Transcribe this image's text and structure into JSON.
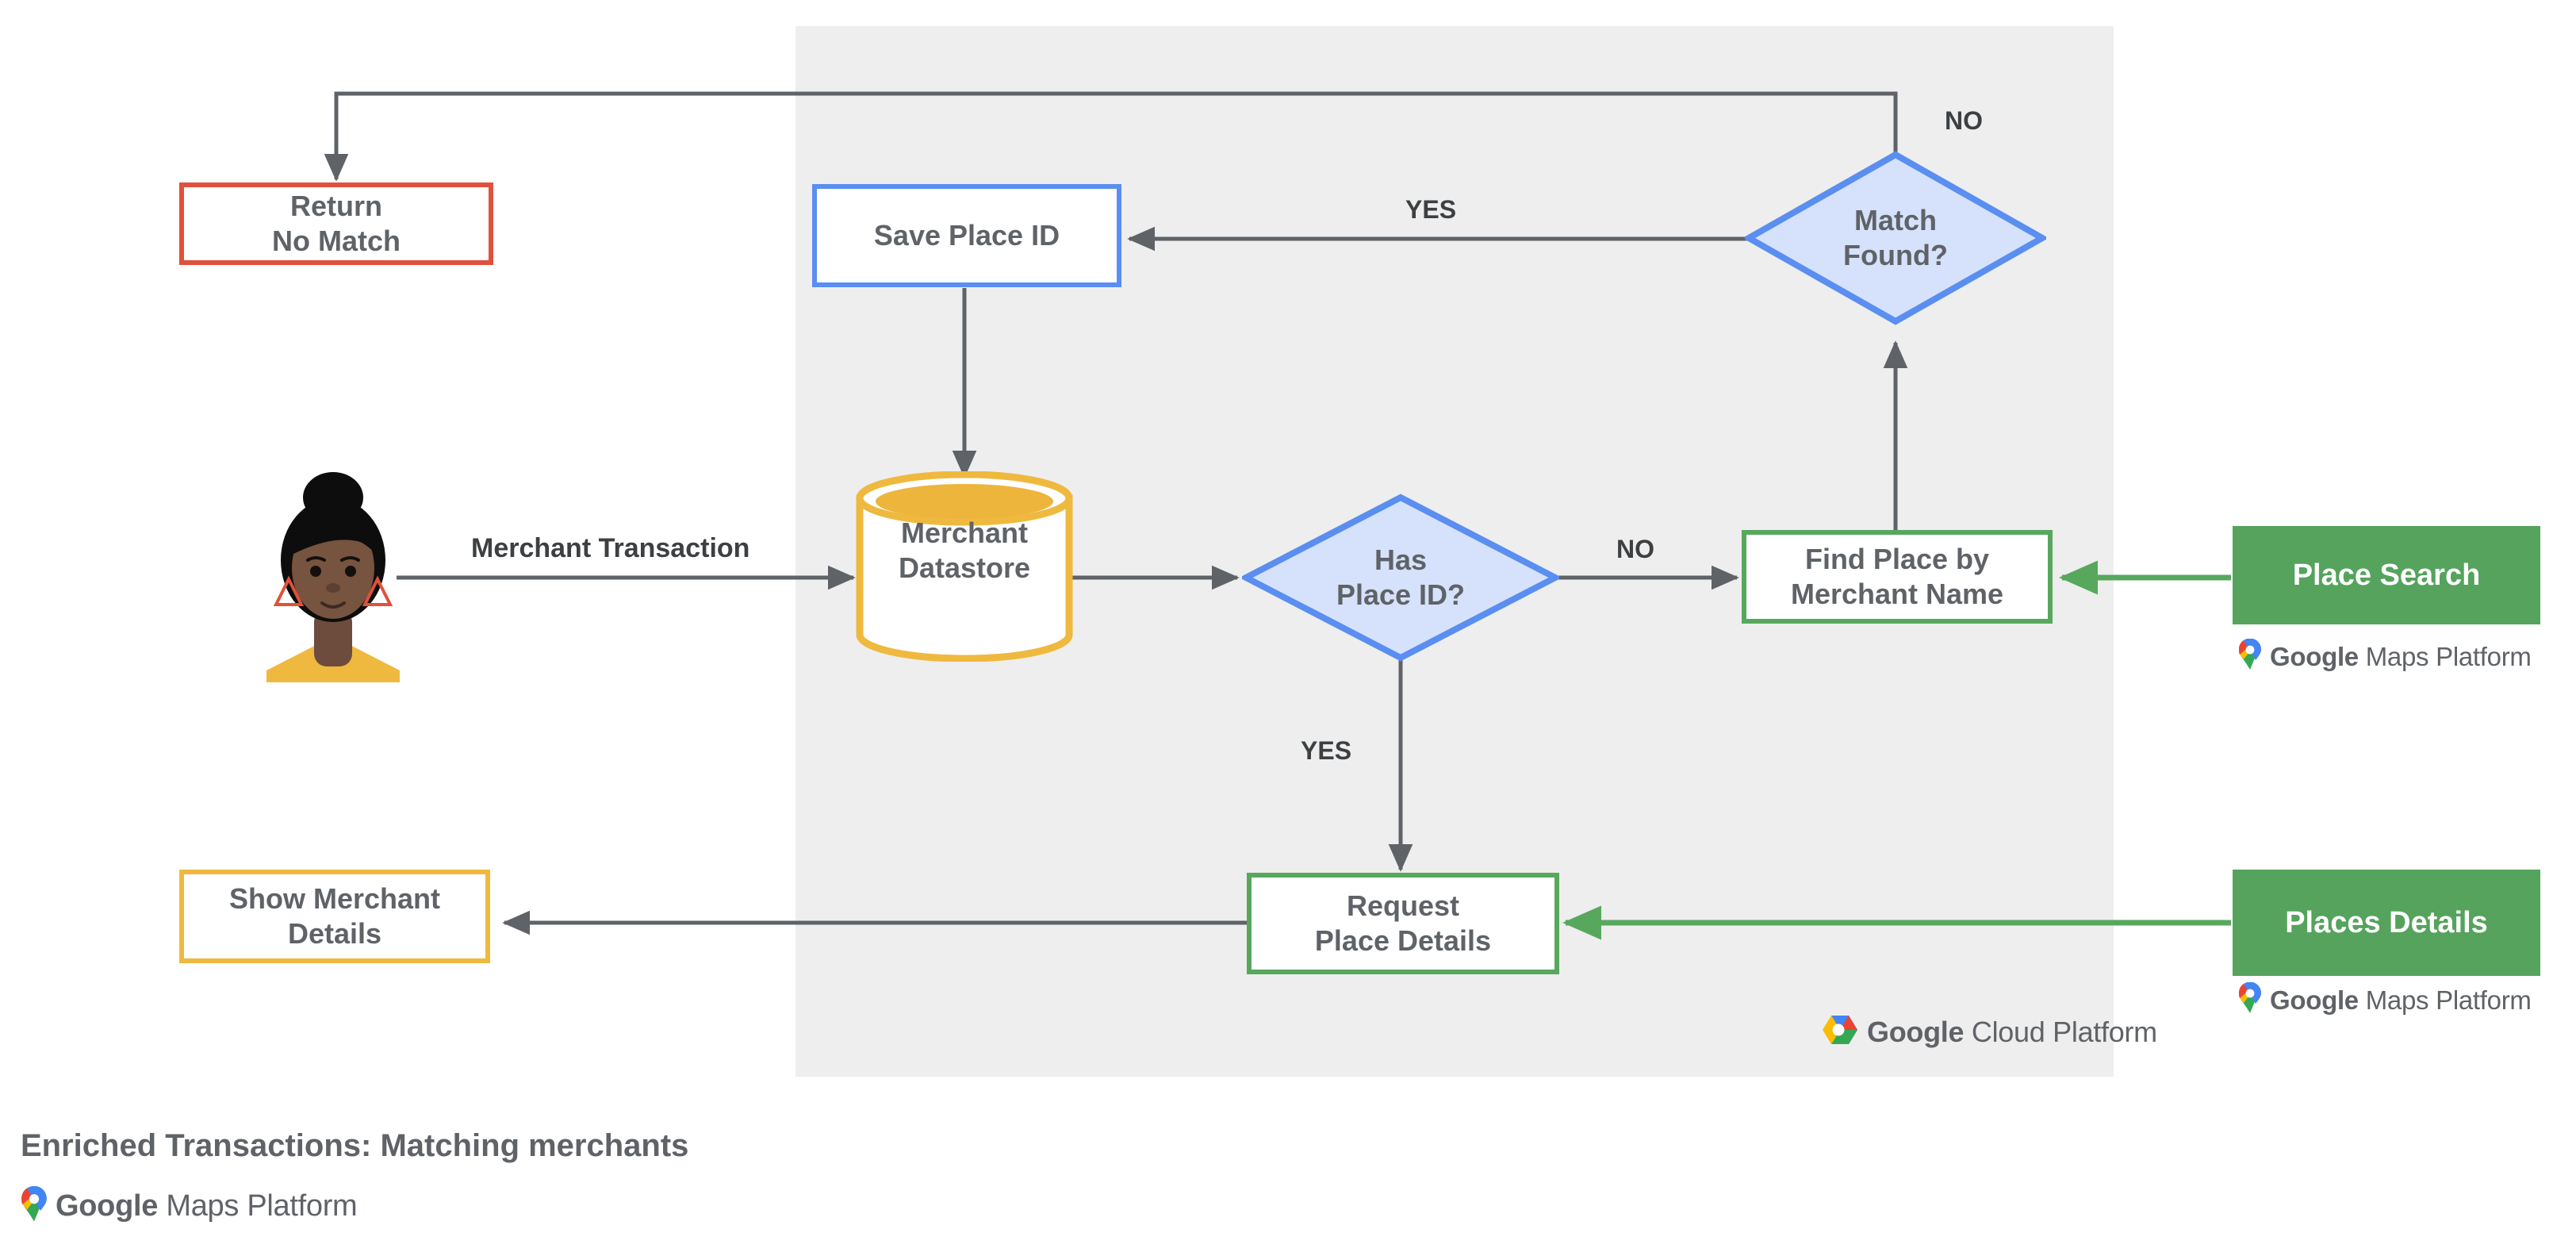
{
  "diagram": {
    "caption": "Enriched Transactions: Matching merchants",
    "panel_name": "google-cloud-platform-region",
    "colors": {
      "panel_bg": "#eeeeee",
      "red": "#e0513c",
      "blue": "#5a8ef0",
      "blue_fill": "#d6e2fb",
      "green": "#57a85d",
      "green_solid": "#55a35c",
      "amber": "#efb93f",
      "arrow_gray": "#5f6368",
      "text_gray": "#5f6368"
    },
    "nodes": {
      "return_no_match": {
        "line1": "Return",
        "line2": "No Match"
      },
      "save_place_id": {
        "line1": "Save Place ID"
      },
      "match_found": {
        "line1": "Match",
        "line2": "Found?"
      },
      "merchant_datastore": {
        "line1": "Merchant",
        "line2": "Datastore"
      },
      "has_place_id": {
        "line1": "Has",
        "line2": "Place ID?"
      },
      "find_place_by_merchant_name": {
        "line1": "Find Place by",
        "line2": "Merchant Name"
      },
      "place_search": {
        "line1": "Place Search"
      },
      "request_place_details": {
        "line1": "Request",
        "line2": "Place Details"
      },
      "places_details": {
        "line1": "Places Details"
      },
      "show_merchant_details": {
        "line1": "Show Merchant",
        "line2": "Details"
      }
    },
    "edge_labels": {
      "merchant_transaction": "Merchant Transaction",
      "match_found_no": "NO",
      "match_found_yes": "YES",
      "has_place_id_no": "NO",
      "has_place_id_yes": "YES"
    },
    "logos": {
      "maps_platform_bold": "Google",
      "maps_platform_light": " Maps Platform",
      "cloud_platform_bold": "Google",
      "cloud_platform_light": " Cloud Platform"
    }
  }
}
